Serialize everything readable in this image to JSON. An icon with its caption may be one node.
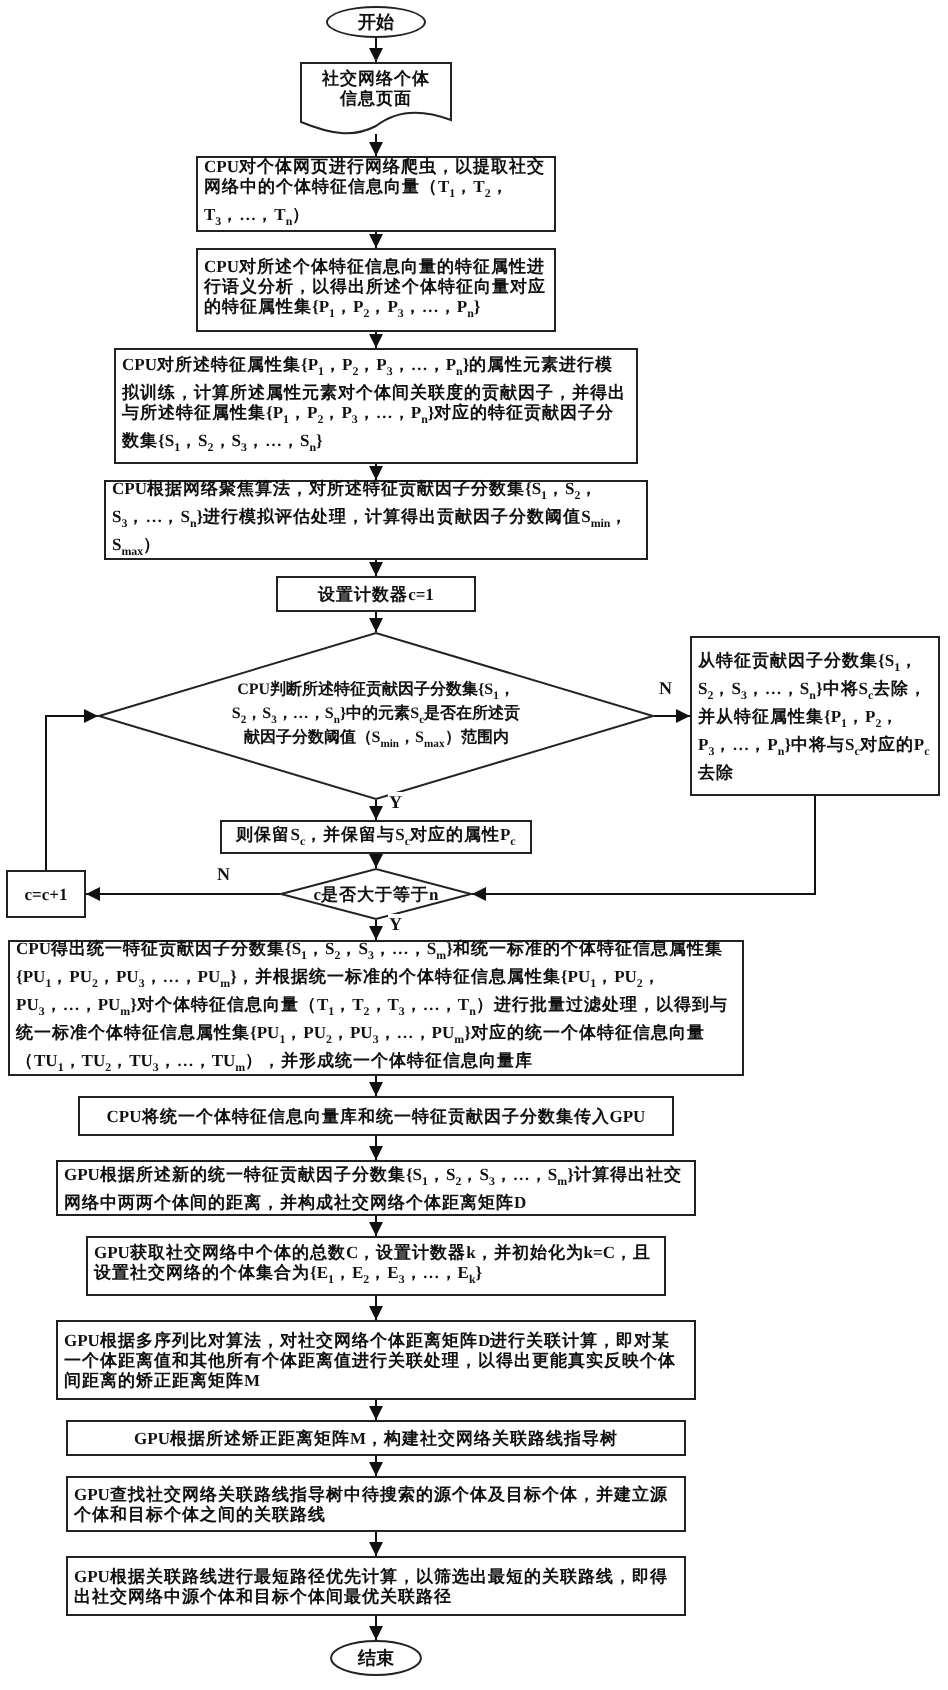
{
  "diagram": {
    "nodes": [
      {
        "text": [
          "开始"
        ]
      },
      {
        "text": [
          "社交网络个体信息页面"
        ]
      },
      {
        "text": [
          "CPU对个体网页进行网络爬虫，以提取社交网络中的个体特征信息向量（T$_{1}$，T$_{2}$，T$_{3}$，…，T$_{n}$）"
        ]
      },
      {
        "text": [
          "CPU对所述个体特征信息向量的特征属性进行语义分析，以得出所述个体特征向量对应的特征属性集{P$_{1}$，P$_{2}$，P$_{3}$，…，P$_{n}$}"
        ]
      },
      {
        "text": [
          "CPU对所述特征属性集{P$_{1}$，P$_{2}$，P$_{3}$，…，P$_{n}$}的属性元素进行模拟训练，计算所述属性元素对个体间关联度的贡献因子，并得出与所述特征属性集{P$_{1}$，P$_{2}$，P$_{3}$，…，P$_{n}$}对应的特征贡献因子分数集{S$_{1}$，S$_{2}$，S$_{3}$，…，S$_{n}$}"
        ]
      },
      {
        "text": [
          "CPU根据网络聚焦算法，对所述特征贡献因子分数集{S$_{1}$，S$_{2}$，S$_{3}$，…，S$_{n}$}进行模拟评估处理，计算得出贡献因子分数阈值S$_{min}$，S$_{max}$）"
        ]
      },
      {
        "text": [
          "设置计数器c=1"
        ]
      },
      {
        "text": [
          "CPU判断所述特征贡献因子分数集{S$_{1}$，S$_{2}$，S$_{3}$，…，S$_{n}$}中的元素S$_{c}$是否在所述贡献因子分数阈值（S$_{min}$，S$_{max}$）范围内"
        ]
      },
      {
        "text": [
          "从特征贡献因子分数集{S$_{1}$，S$_{2}$，S$_{3}$，…，S$_{n}$}中将S$_{c}$去除，并从特征属性集{P$_{1}$，P$_{2}$，P$_{3}$，…，P$_{n}$}中将与S$_{c}$对应的P$_{c}$去除"
        ]
      },
      {
        "text": [
          "则保留S$_{c}$，并保留与S$_{c}$对应的属性P$_{c}$"
        ]
      },
      {
        "text": [
          "c=c+1"
        ]
      },
      {
        "text": [
          "c是否大于等于n"
        ]
      },
      {
        "text": [
          "CPU得出统一特征贡献因子分数集{S$_{1}$，S$_{2}$，S$_{3}$，…，S$_{m}$}和统一标准的个体特征信息属性集{PU$_{1}$，PU$_{2}$，PU$_{3}$，…，PU$_{m}$}，并根据统一标准的个体特征信息属性集{PU$_{1}$，PU$_{2}$，PU$_{3}$，…，PU$_{m}$}对个体特征信息向量（T$_{1}$，T$_{2}$，T$_{3}$，…，T$_{n}$）进行批量过滤处理，以得到与统一标准个体特征信息属性集{PU$_{1}$，PU$_{2}$，PU$_{3}$，…，PU$_{m}$}对应的统一个体特征信息向量（TU$_{1}$，TU$_{2}$，TU$_{3}$，…，TU$_{m}$），并形成统一个体特征信息向量库"
        ]
      },
      {
        "text": [
          "CPU将统一个体特征信息向量库和统一特征贡献因子分数集传入GPU"
        ]
      },
      {
        "text": [
          "GPU根据所述新的统一特征贡献因子分数集{S$_{1}$，S$_{2}$，S$_{3}$，…，S$_{m}$}计算得出社交网络中两两个体间的距离，并构成社交网络个体距离矩阵D"
        ]
      },
      {
        "text": [
          "GPU获取社交网络中个体的总数C，设置计数器k，并初始化为k=C，且设置社交网络的个体集合为{E$_{1}$，E$_{2}$，E$_{3}$，…，E$_{k}$}"
        ]
      },
      {
        "text": [
          "GPU根据多序列比对算法，对社交网络个体距离矩阵D进行关联计算，即对某一个体距离值和其他所有个体距离值进行关联处理，以得出更能真实反映个体间距离的矫正距离矩阵M"
        ]
      },
      {
        "text": [
          "GPU根据所述矫正距离矩阵M，构建社交网络关联路线指导树"
        ]
      },
      {
        "text": [
          "GPU查找社交网络关联路线指导树中待搜索的源个体及目标个体，并建立源个体和目标个体之间的关联路线"
        ]
      },
      {
        "text": [
          "GPU根据关联路线进行最短路径优先计算，以筛选出最短的关联路线，即得出社交网络中源个体和目标个体间最优关联路径"
        ]
      },
      {
        "text": [
          "结束"
        ]
      }
    ],
    "edges": [
      {
        "from": 0,
        "to": 1,
        "arrow": "to"
      },
      {
        "from": 1,
        "to": 2,
        "arrow": "to"
      },
      {
        "from": 2,
        "to": 3,
        "arrow": "to"
      },
      {
        "from": 3,
        "to": 4,
        "arrow": "to"
      },
      {
        "from": 4,
        "to": 5,
        "arrow": "to"
      },
      {
        "from": 5,
        "to": 6,
        "arrow": "to"
      },
      {
        "from": 6,
        "to": 7,
        "arrow": "to"
      },
      {
        "from": 7,
        "to": 8,
        "arrow": "to",
        "label": "N"
      },
      {
        "from": 7,
        "to": 9,
        "arrow": "to",
        "label": "Y"
      },
      {
        "from": 9,
        "to": 11,
        "arrow": "to"
      },
      {
        "from": 8,
        "to": 11,
        "arrow": "to"
      },
      {
        "from": 11,
        "to": 10,
        "arrow": "to",
        "label": "N"
      },
      {
        "from": 10,
        "to": 7,
        "arrow": "to"
      },
      {
        "from": 11,
        "to": 12,
        "arrow": "to",
        "label": "Y"
      },
      {
        "from": 12,
        "to": 13,
        "arrow": "to"
      },
      {
        "from": 13,
        "to": 14,
        "arrow": "to"
      },
      {
        "from": 14,
        "to": 15,
        "arrow": "to"
      },
      {
        "from": 15,
        "to": 16,
        "arrow": "to"
      },
      {
        "from": 16,
        "to": 17,
        "arrow": "to"
      },
      {
        "from": 17,
        "to": 18,
        "arrow": "to"
      },
      {
        "from": 18,
        "to": 19,
        "arrow": "to"
      },
      {
        "from": 19,
        "to": 20,
        "arrow": "to"
      }
    ]
  }
}
